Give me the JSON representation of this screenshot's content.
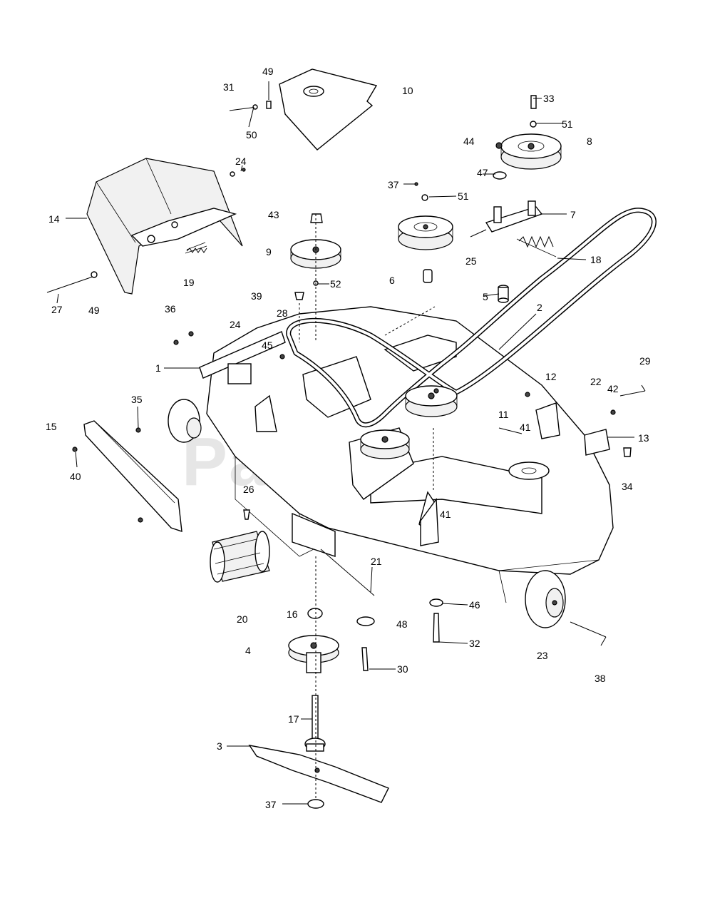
{
  "watermark": "PartsTree",
  "callouts": [
    "1",
    "2",
    "3",
    "4",
    "5",
    "6",
    "7",
    "8",
    "9",
    "10",
    "11",
    "12",
    "13",
    "14",
    "15",
    "16",
    "17",
    "18",
    "19",
    "20",
    "21",
    "22",
    "23",
    "24",
    "24",
    "25",
    "26",
    "27",
    "28",
    "29",
    "30",
    "31",
    "32",
    "33",
    "34",
    "35",
    "36",
    "37",
    "37",
    "38",
    "39",
    "40",
    "41",
    "41",
    "42",
    "43",
    "44",
    "45",
    "46",
    "47",
    "48",
    "49",
    "49",
    "49",
    "50",
    "51",
    "51",
    "52"
  ]
}
